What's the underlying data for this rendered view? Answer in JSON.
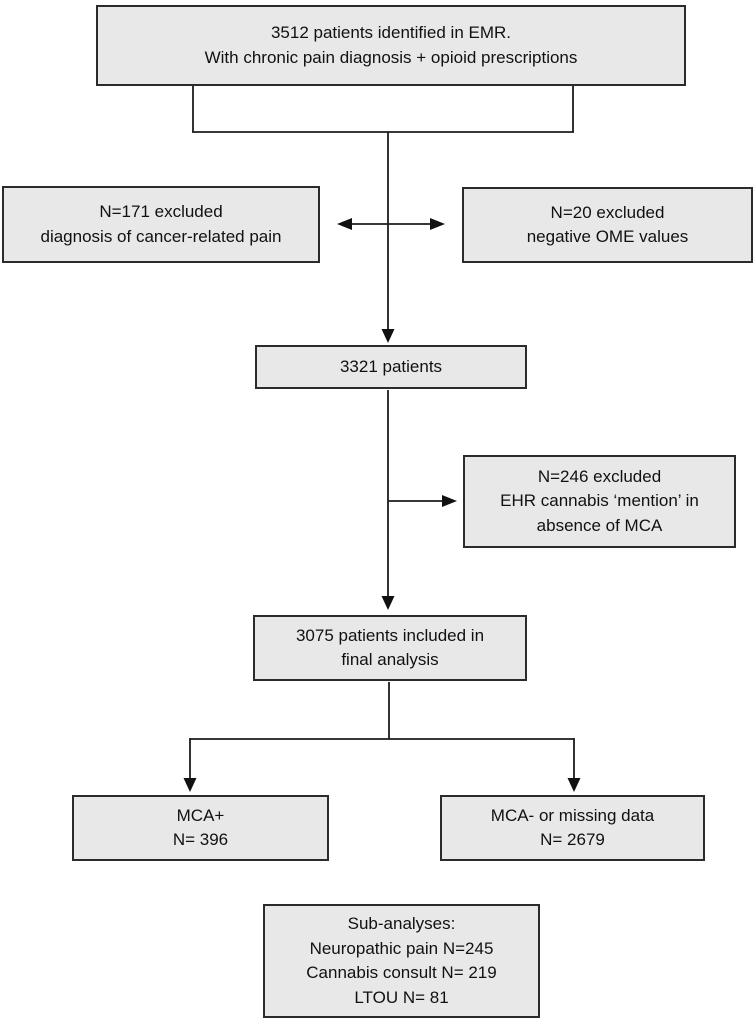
{
  "flowchart": {
    "boxes": {
      "identified": {
        "lines": [
          "3512 patients identified in EMR.",
          "With chronic pain diagnosis + opioid prescriptions"
        ]
      },
      "excluded_cancer": {
        "lines": [
          "N=171 excluded",
          "diagnosis of cancer-related pain"
        ]
      },
      "excluded_ome": {
        "lines": [
          "N=20 excluded",
          "negative OME values"
        ]
      },
      "after_first_exclusion": {
        "lines": [
          "3321 patients"
        ]
      },
      "excluded_mention": {
        "lines": [
          "N=246 excluded",
          "EHR cannabis ‘mention’ in",
          "absence of MCA"
        ]
      },
      "final_analysis": {
        "lines": [
          "3075 patients included in",
          "final analysis"
        ]
      },
      "mca_positive": {
        "lines": [
          "MCA+",
          "N= 396"
        ]
      },
      "mca_negative": {
        "lines": [
          "MCA- or missing data",
          "N= 2679"
        ]
      },
      "sub_analyses": {
        "lines": [
          "Sub-analyses:",
          "Neuropathic pain N=245",
          "Cannabis consult N= 219",
          "LTOU N= 81"
        ]
      }
    },
    "colors": {
      "box_fill": "#e8e8e8",
      "box_border": "#2b2b2b",
      "connector": "#1c1c1c"
    }
  }
}
